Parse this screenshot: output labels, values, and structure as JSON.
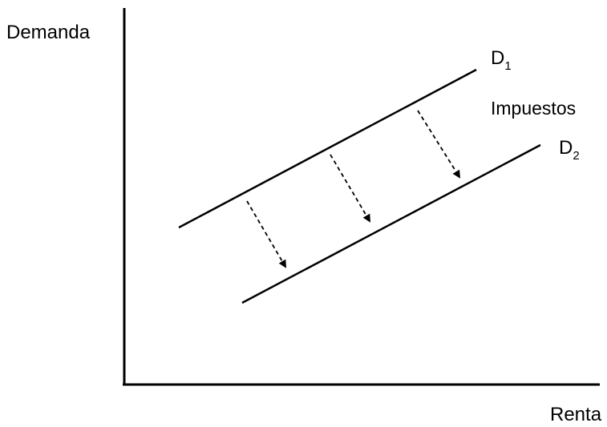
{
  "axes": {
    "y_label": "Demanda",
    "x_label": "Renta"
  },
  "curves": [
    {
      "letter": "D",
      "subscript": "1"
    },
    {
      "letter": "D",
      "subscript": "2"
    }
  ],
  "shift_label": "Impuestos",
  "colors": {
    "ink": "#000000",
    "background": "#ffffff"
  }
}
